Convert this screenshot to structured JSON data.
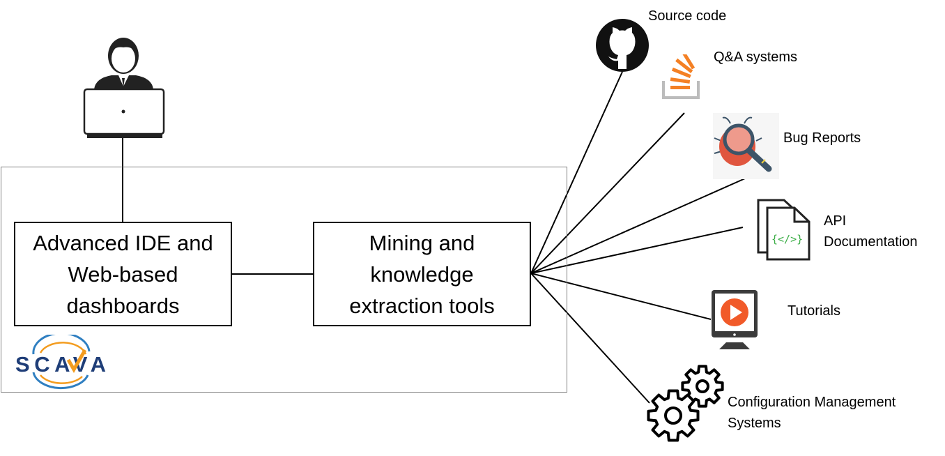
{
  "boxes": {
    "ide": "Advanced IDE and Web-based dashboards",
    "mining": "Mining and knowledge extraction tools"
  },
  "logo": {
    "text": "SCAVA",
    "colors": {
      "blue": "#1f3e78",
      "orange": "#f39c1f",
      "ring": "#2f7fc1"
    }
  },
  "sources": [
    {
      "label": "Source code",
      "icon": "github-icon"
    },
    {
      "label": "Q&A systems",
      "icon": "stackoverflow-icon"
    },
    {
      "label": "Bug Reports",
      "icon": "bug-magnifier-icon"
    },
    {
      "label": "API Documentation",
      "icon": "code-document-icon"
    },
    {
      "label": "Tutorials",
      "icon": "video-monitor-icon"
    },
    {
      "label": "Configuration Management Systems",
      "icon": "gears-icon"
    }
  ]
}
